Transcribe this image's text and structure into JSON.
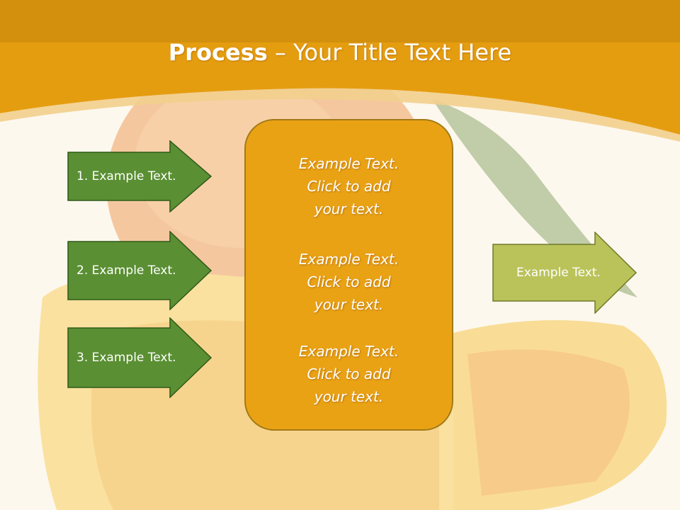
{
  "slide": {
    "title_bold": "Process",
    "title_rest": " – Your Title Text Here"
  },
  "colors": {
    "header_gold": "#e59d10",
    "step_arrow_green": "#5a8f33",
    "center_box_orange": "#eaa215",
    "output_arrow_olive": "#bac35a"
  },
  "left_steps": [
    {
      "label": "1. Example Text."
    },
    {
      "label": "2. Example Text."
    },
    {
      "label": "3. Example Text."
    }
  ],
  "center_box": {
    "paragraphs": [
      {
        "line1": "Example Text.",
        "line2": "Click  to add",
        "line3": "your text."
      },
      {
        "line1": "Example Text.",
        "line2": "Click  to add",
        "line3": "your text."
      },
      {
        "line1": "Example Text.",
        "line2": "Click  to add",
        "line3": "your text."
      }
    ]
  },
  "output_step": {
    "label": "Example Text."
  }
}
